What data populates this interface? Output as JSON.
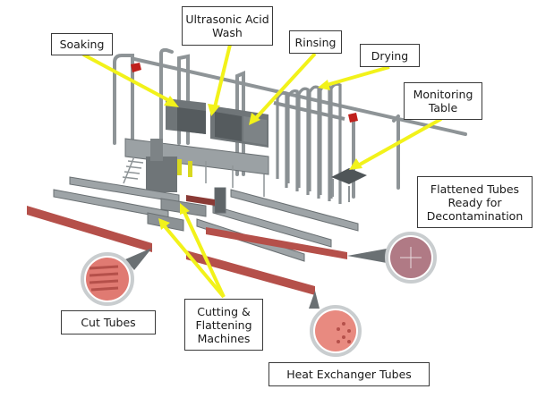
{
  "title": "Heat exchanger tube processing line",
  "labels": {
    "soaking": "Soaking",
    "ultrasonic_acid_wash": "Ultrasonic Acid\nWash",
    "rinsing": "Rinsing",
    "drying": "Drying",
    "monitoring_table": "Monitoring\nTable",
    "flattened_tubes": "Flattened Tubes\nReady for\nDecontamination",
    "cut_tubes": "Cut Tubes",
    "cutting_flattening": "Cutting &\nFlattening\nMachines",
    "heat_exchanger_tubes": "Heat Exchanger Tubes"
  },
  "colors": {
    "arrow": "#f2f21a",
    "steel": "#8e9497",
    "steel_dark": "#5f6568",
    "tank": "#6f7578",
    "tube": "#b5504a",
    "tube_dark": "#8a3a35",
    "crane": "#c0201c",
    "circle_ring": "#c9cdcf",
    "flattened_fill": "#b07a85",
    "tube_fill": "#e88a80",
    "box_border": "#3a3a3a"
  }
}
